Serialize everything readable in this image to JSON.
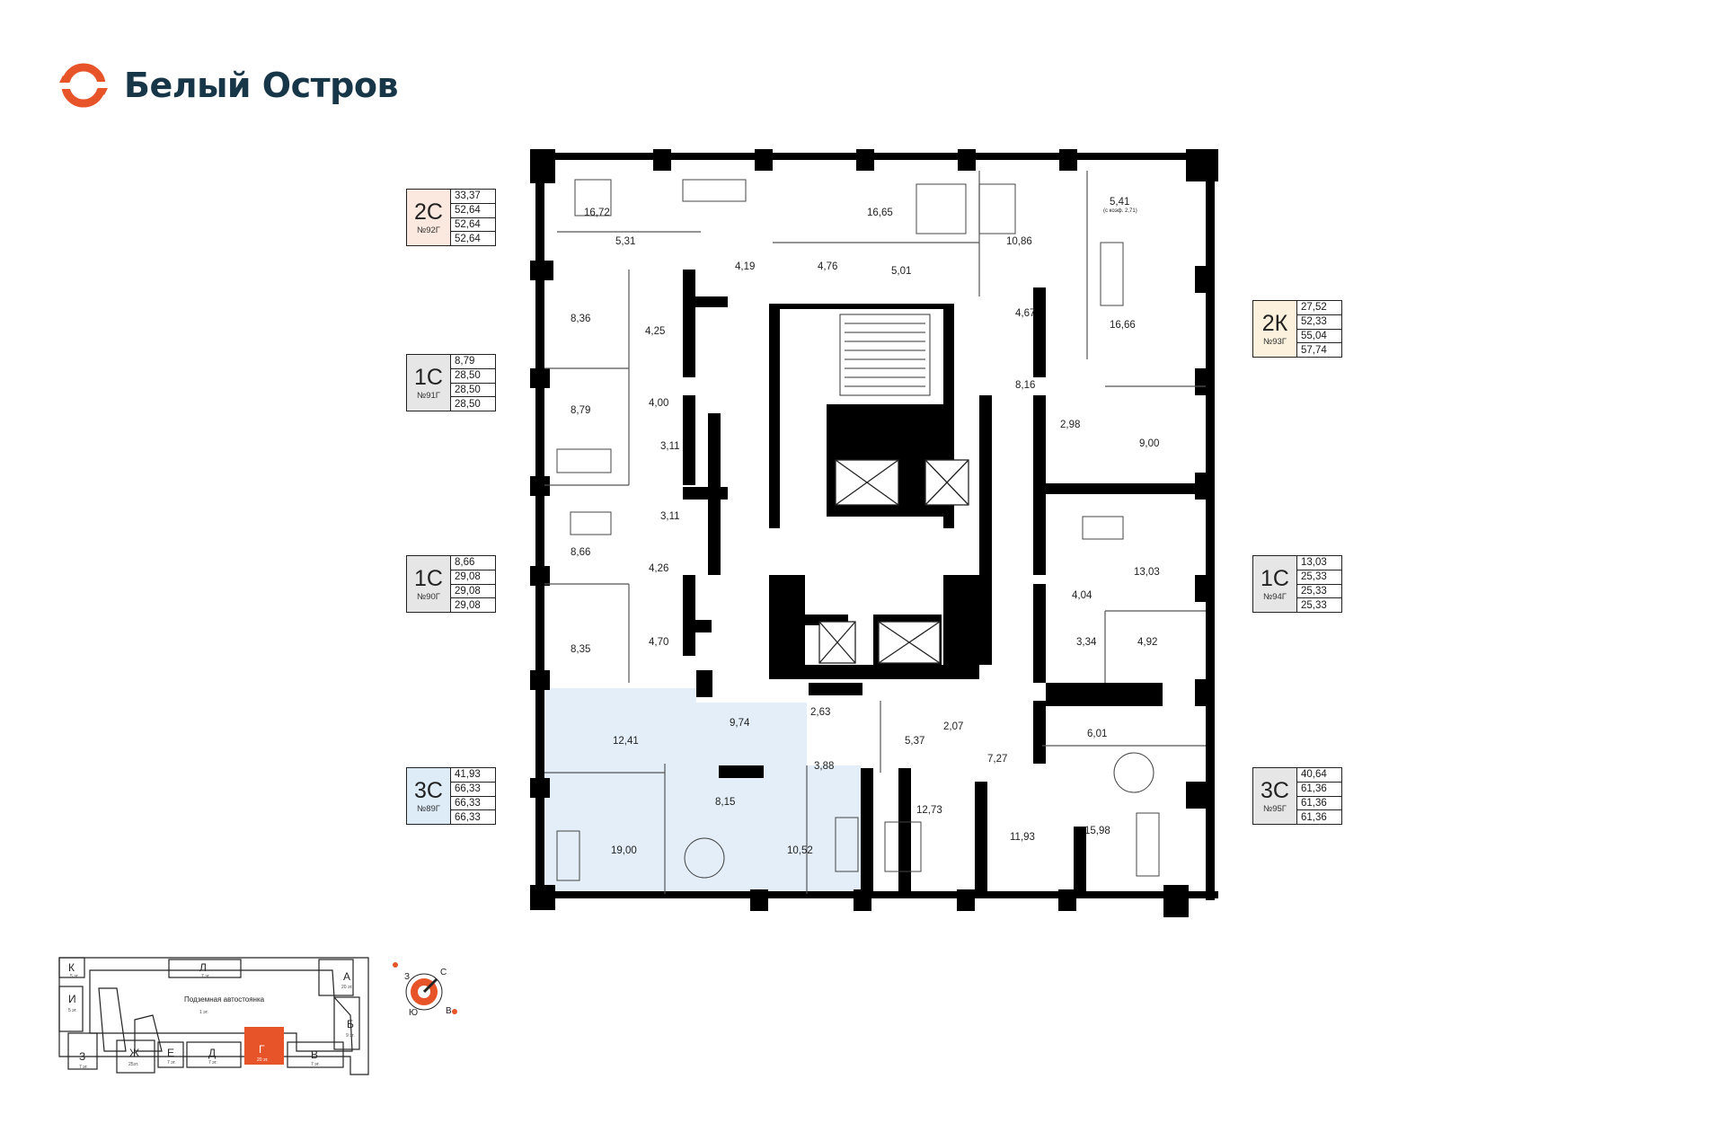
{
  "brand": {
    "name": "Белый Остров",
    "color": "#e8542a"
  },
  "colors": {
    "highlight_fill": "#e3eef8",
    "accent": "#e8542a",
    "wall": "#000000"
  },
  "apartments": [
    {
      "id": "apt-92",
      "type": "2С",
      "number": "№92Г",
      "values": [
        "33,37",
        "52,64",
        "52,64",
        "52,64"
      ],
      "fill": "#fbe8de"
    },
    {
      "id": "apt-91",
      "type": "1С",
      "number": "№91Г",
      "values": [
        "8,79",
        "28,50",
        "28,50",
        "28,50"
      ],
      "fill": "#e6e6e6"
    },
    {
      "id": "apt-90",
      "type": "1С",
      "number": "№90Г",
      "values": [
        "8,66",
        "29,08",
        "29,08",
        "29,08"
      ],
      "fill": "#e6e6e6"
    },
    {
      "id": "apt-89",
      "type": "3С",
      "number": "№89Г",
      "values": [
        "41,93",
        "66,33",
        "66,33",
        "66,33"
      ],
      "fill": "#deecf8"
    },
    {
      "id": "apt-93",
      "type": "2К",
      "number": "№93Г",
      "values": [
        "27,52",
        "52,33",
        "55,04",
        "57,74"
      ],
      "fill": "#fbf1dc"
    },
    {
      "id": "apt-94",
      "type": "1С",
      "number": "№94Г",
      "values": [
        "13,03",
        "25,33",
        "25,33",
        "25,33"
      ],
      "fill": "#e6e6e6"
    },
    {
      "id": "apt-95",
      "type": "3С",
      "number": "№95Г",
      "values": [
        "40,64",
        "61,36",
        "61,36",
        "61,36"
      ],
      "fill": "#e6e6e6"
    }
  ],
  "rooms": [
    "16,72",
    "5,31",
    "16,65",
    "4,76",
    "4,19",
    "5,01",
    "10,86",
    "5,41",
    "(с коэф. 2,71)",
    "4,67",
    "16,66",
    "8,36",
    "4,25",
    "4,00",
    "8,79",
    "3,11",
    "3,11",
    "8,66",
    "4,26",
    "8,35",
    "4,70",
    "8,16",
    "2,98",
    "9,00",
    "13,03",
    "4,04",
    "3,34",
    "4,92",
    "12,41",
    "9,74",
    "2,63",
    "3,88",
    "5,37",
    "2,07",
    "7,27",
    "6,01",
    "8,15",
    "19,00",
    "10,52",
    "12,73",
    "11,93",
    "15,98"
  ],
  "keymap": {
    "title": "Подземная автостоянка",
    "subtitle": "1 эт.",
    "compass": [
      "З",
      "С",
      "Ю",
      "В"
    ],
    "sections": [
      {
        "letter": "К",
        "floors": "5 эт."
      },
      {
        "letter": "Л",
        "floors": "7 эт."
      },
      {
        "letter": "А",
        "floors": "20 эт."
      },
      {
        "letter": "И",
        "floors": "5 эт."
      },
      {
        "letter": "Б",
        "floors": "9 эт."
      },
      {
        "letter": "З",
        "floors": "7 эт."
      },
      {
        "letter": "Ж",
        "floors": "25эт."
      },
      {
        "letter": "Е",
        "floors": "7 эт."
      },
      {
        "letter": "Д",
        "floors": "7 эт."
      },
      {
        "letter": "Г",
        "floors": "20 эт."
      },
      {
        "letter": "В",
        "floors": "7 эт."
      }
    ]
  }
}
